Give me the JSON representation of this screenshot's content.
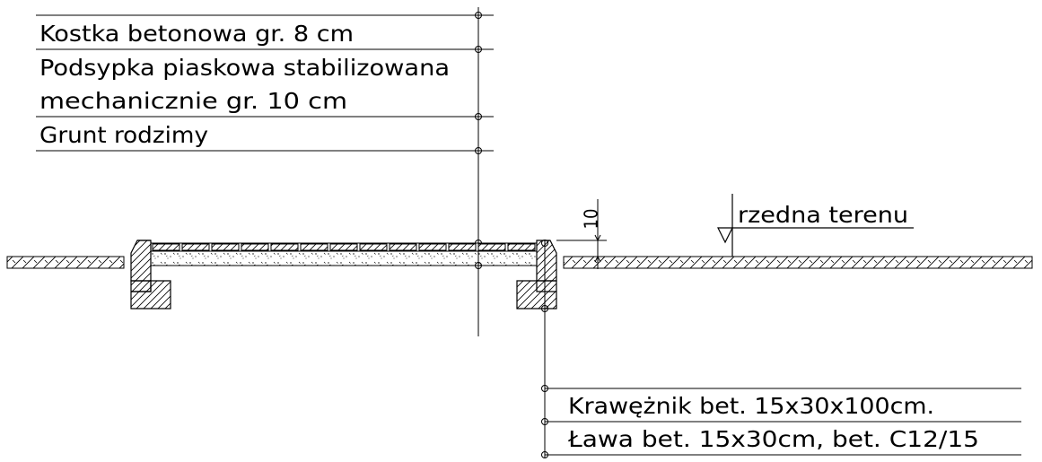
{
  "layers_top": [
    "Kostka betonowa gr. 8 cm",
    "Podsypka piaskowa stabilizowana",
    "mechanicznie gr. 10 cm",
    "Grunt rodzimy"
  ],
  "layers_bottom": [
    "Krawężnik bet. 15x30x100cm.",
    "Ława bet. 15x30cm, bet. C12/15"
  ],
  "dimension_label": "10",
  "terrain_label": "rzedna terenu",
  "colors": {
    "line": "#000000",
    "background": "#ffffff"
  }
}
